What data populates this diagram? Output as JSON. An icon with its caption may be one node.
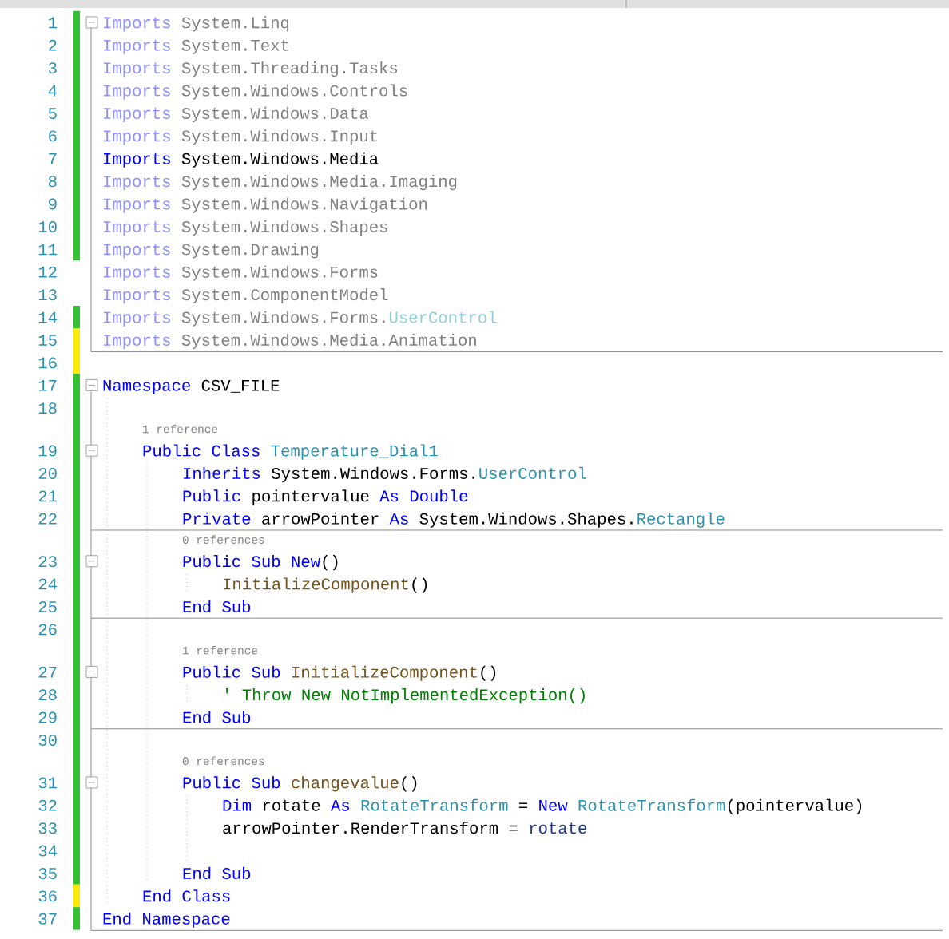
{
  "diagram": {
    "labels": [
      "1",
      "Imports",
      "System.Linq",
      "2",
      "Imports",
      "System.Text",
      "3",
      "Imports",
      "System.Threading.Tasks",
      "4",
      "Imports",
      "System.Windows.Controls",
      "5",
      "Imports",
      "System.Windows.Data",
      "6",
      "Imports",
      "System.Windows.Input",
      "7",
      "Imports",
      "System.Windows.Media",
      "8",
      "Imports",
      "System.Windows.Media.Imaging",
      "9",
      "Imports",
      "System.Windows.Navigation",
      "10",
      "Imports",
      "System.Windows.Shapes",
      "11",
      "Imports",
      "System.Drawing",
      "12",
      "Imports",
      "System.Windows.Forms",
      "13",
      "Imports",
      "System.ComponentModel",
      "14",
      "Imports",
      "System.Windows.Forms.",
      "UserControl",
      "15",
      "Imports",
      "System.Windows.Media.Animation",
      "16",
      "17",
      "Namespace",
      "CSV_FILE",
      "18",
      "1 reference",
      "19",
      "Public Class",
      "Temperature_Dial1",
      "20",
      "Inherits",
      "System.Windows.Forms.",
      "UserControl",
      "21",
      "Public",
      "pointervalue",
      "As Double",
      "22",
      "Private",
      "arrowPointer",
      "As",
      "System.Windows.Shapes.",
      "Rectangle",
      "0 references",
      "23",
      "Public Sub New",
      "()",
      "24",
      "InitializeComponent",
      "()",
      "25",
      "End Sub",
      "26",
      "1 reference",
      "27",
      "Public Sub",
      "InitializeComponent",
      "()",
      "28",
      "' Throw New NotImplementedException()",
      "29",
      "End Sub",
      "30",
      "0 references",
      "31",
      "Public Sub",
      "changevalue",
      "()",
      "32",
      "Dim",
      "rotate",
      "As",
      "RotateTransform",
      "=",
      "New",
      "RotateTransform",
      "(pointervalue)",
      "33",
      "arrowPointer.RenderTransform",
      "=",
      "rotate",
      "34",
      "35",
      "End Sub",
      "36",
      "End Class",
      "37",
      "End Namespace"
    ]
  }
}
